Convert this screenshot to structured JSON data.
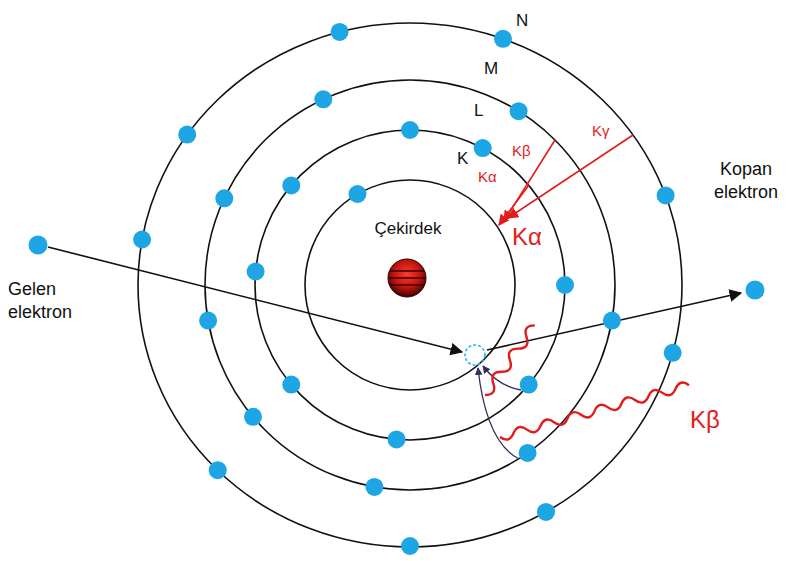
{
  "diagram": {
    "labels": [
      "N",
      "M",
      "L",
      "K",
      "Çekirdek",
      "Kopan elektron",
      "Gelen elektron",
      "Kα",
      "Kβ",
      "Kγ",
      "Kα",
      "Kβ"
    ]
  }
}
